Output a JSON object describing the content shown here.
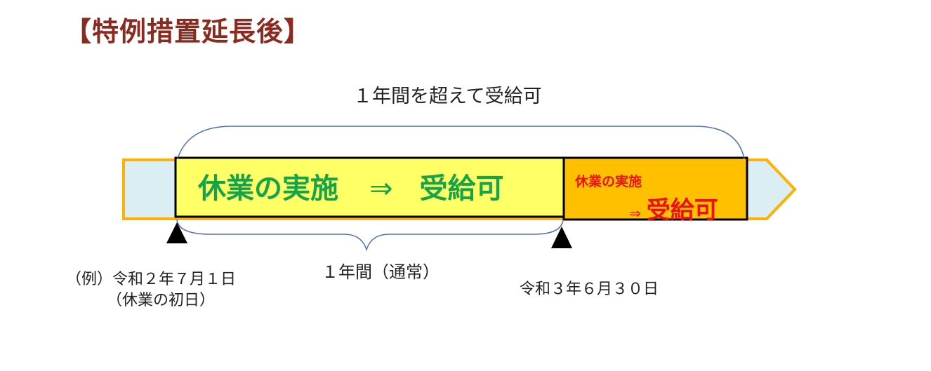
{
  "title": "【特例措置延長後】",
  "top_label": "１年間を超えて受給可",
  "yellow_box": {
    "text": "休業の実施",
    "arrow": "⇒",
    "result": "受給可"
  },
  "orange_box": {
    "line1": "休業の実施",
    "arrow": "⇒",
    "result": "受給可"
  },
  "middle_label": "１年間（通常）",
  "start_date": "（例）令和２年７月１日",
  "start_note": "（休業の初日）",
  "end_date": "令和３年６月３０日",
  "colors": {
    "title": "#8b2a1e",
    "green": "#16a34a",
    "red": "#ee1111",
    "yellow_fill": "#ffff66",
    "orange_fill": "#ffc000",
    "bar_fill": "#daeef3",
    "bar_border": "#ffb000",
    "brace": "#4f72b8"
  }
}
